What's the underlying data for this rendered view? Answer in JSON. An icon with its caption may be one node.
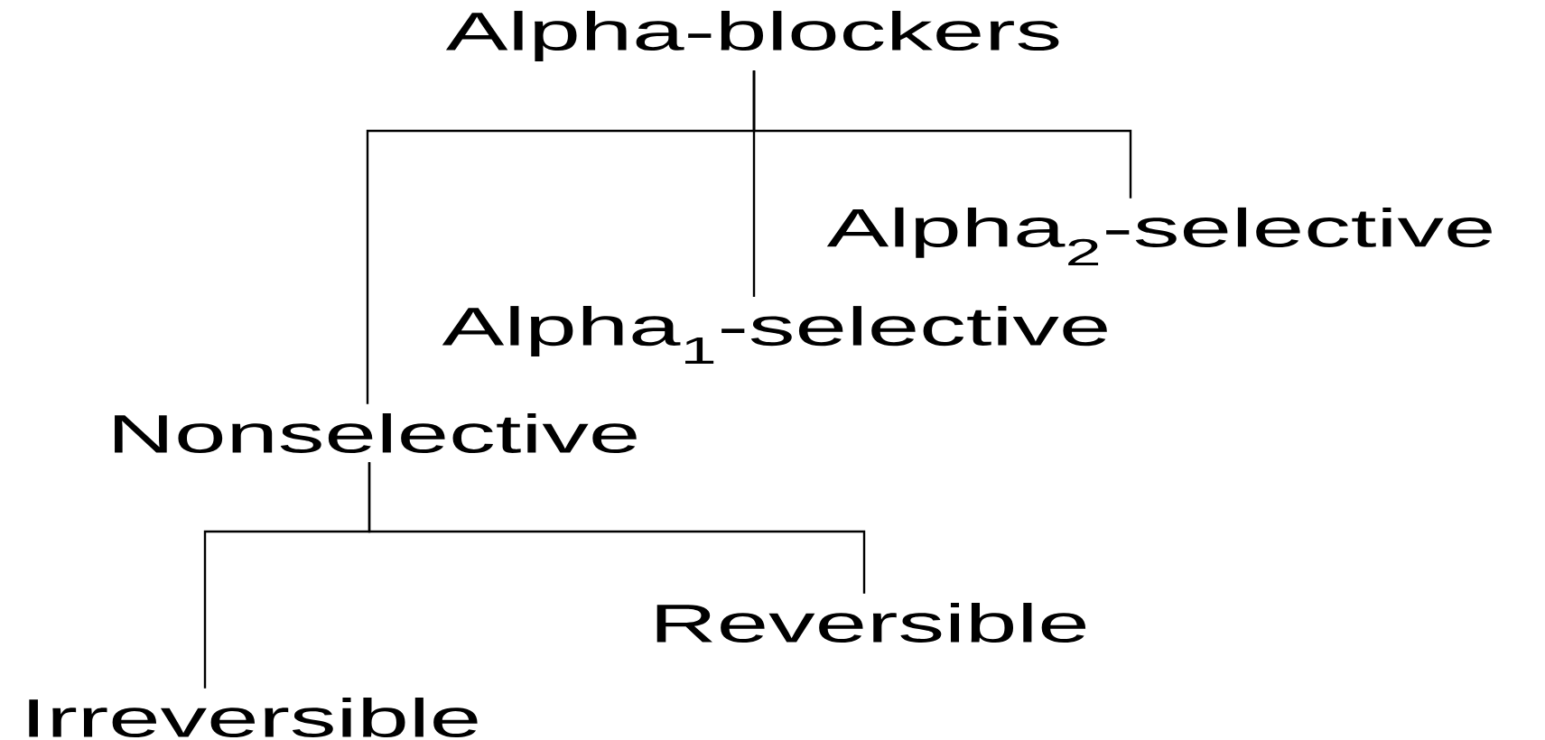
{
  "diagram": {
    "nodes": [
      {
        "text": [
          "Alpha-blockers"
        ]
      },
      {
        "text": [
          "Alpha$_{2}$-selective"
        ]
      },
      {
        "text": [
          "Alpha$_{1}$-selective"
        ]
      },
      {
        "text": [
          "Nonselective"
        ]
      },
      {
        "text": [
          "Reversible"
        ]
      },
      {
        "text": [
          "Irreversible"
        ]
      }
    ],
    "edges": [
      {
        "from": 0,
        "to": 1,
        "arrow": "none"
      },
      {
        "from": 0,
        "to": 2,
        "arrow": "none"
      },
      {
        "from": 0,
        "to": 3,
        "arrow": "none"
      },
      {
        "from": 3,
        "to": 4,
        "arrow": "none"
      },
      {
        "from": 3,
        "to": 5,
        "arrow": "none"
      }
    ]
  }
}
